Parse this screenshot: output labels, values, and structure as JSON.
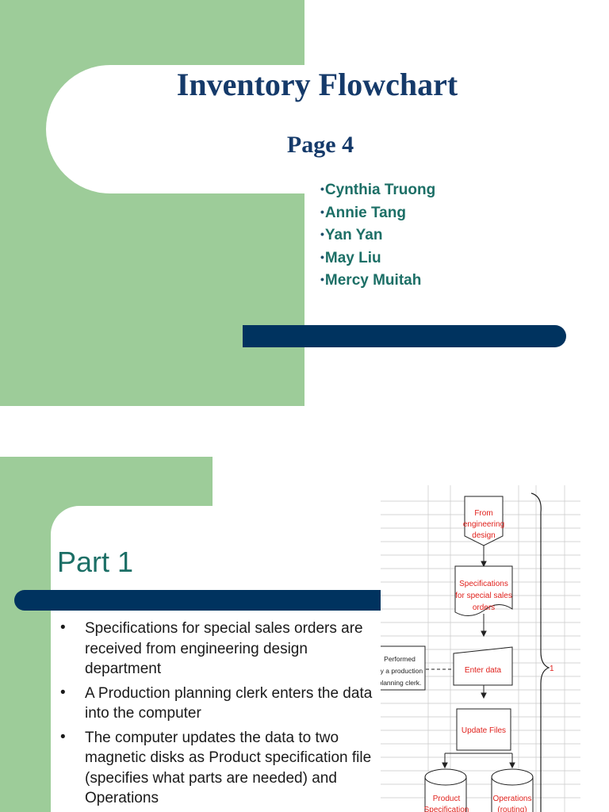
{
  "slide1": {
    "title": "Inventory Flowchart",
    "subtitle": "Page 4",
    "bullet_glyph": "•",
    "authors": [
      "Cynthia Truong",
      "Annie Tang",
      "Yan Yan",
      "May Liu",
      "Mercy Muitah"
    ]
  },
  "slide2": {
    "title": "Part 1",
    "bullet_glyph": "•",
    "bullets": [
      "Specifications for special sales orders are received from engineering design department",
      "A Production planning clerk enters the data into the computer",
      "The computer updates the data to two magnetic disks as Product specification file (specifies what parts are needed) and Operations"
    ],
    "flowchart": {
      "start": [
        "From",
        "engineering",
        "design"
      ],
      "document": [
        "Specifications",
        "for special sales",
        "orders"
      ],
      "note": [
        "Performed",
        "by a production",
        "planning clerk."
      ],
      "input": "Enter data",
      "process": "Update Files",
      "disk_left": [
        "Product",
        "Specification"
      ],
      "disk_right": [
        "Operations",
        "(routing)"
      ],
      "brace_label": "1"
    }
  },
  "colors": {
    "green": "#9dcc99",
    "navy": "#00335f",
    "title": "#153a6a",
    "teal": "#1c6f66",
    "flow_text": "#e0211c"
  }
}
